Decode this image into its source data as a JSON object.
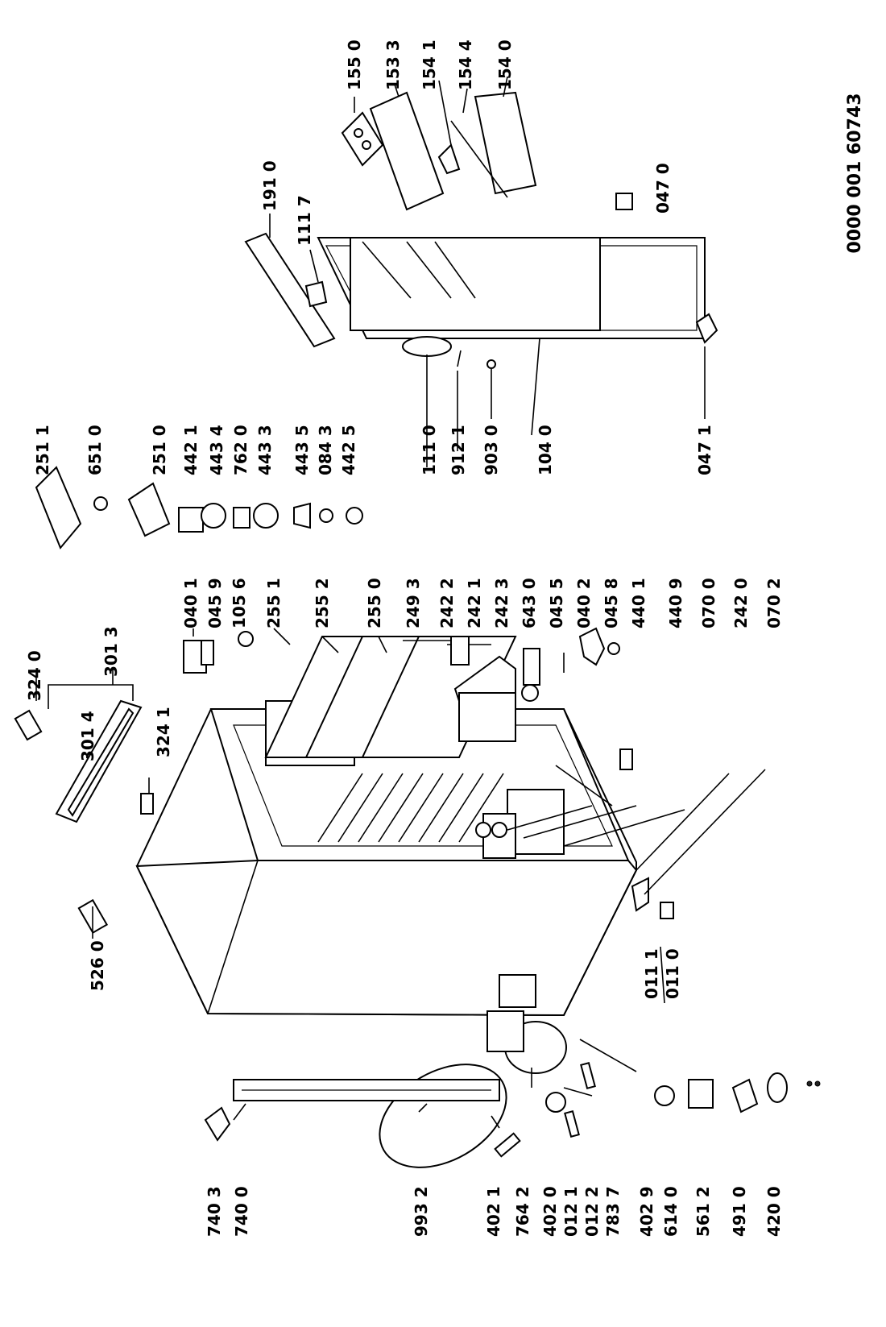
{
  "document_number": "0000 001 60743",
  "callouts": {
    "c3240": "324 0",
    "c3013": "301 3",
    "c3014": "301 4",
    "c5260": "526 0",
    "c3241": "324 1",
    "c0401": "040 1",
    "c0459": "045 9",
    "c1056": "105 6",
    "c2551": "255 1",
    "c2552": "255 2",
    "c2550": "255 0",
    "c2493": "249 3",
    "c2422": "242 2",
    "c2421": "242 1",
    "c2423": "242 3",
    "c6430": "643 0",
    "c0455": "045 5",
    "c0402": "040 2",
    "c0458": "045 8",
    "c4401": "440 1",
    "c4409": "440 9",
    "c0700": "070 0",
    "c2420": "242 0",
    "c0702": "070 2",
    "c0111": "011 1",
    "c0110": "011 0",
    "c7403": "740 3",
    "c7400": "740 0",
    "c9932": "993 2",
    "c4021": "402 1",
    "c7642": "764 2",
    "c4020": "402 0",
    "c0121": "012 1",
    "c0122": "012 2",
    "c7837": "783 7",
    "c4029": "402 9",
    "c6140": "614 0",
    "c5612": "561 2",
    "c4910": "491 0",
    "c4200": "420 0",
    "c2511": "251 1",
    "c6510": "651 0",
    "c2510": "251 0",
    "c4421": "442 1",
    "c4434": "443 4",
    "c7620": "762 0",
    "c4433": "443 3",
    "c4435": "443 5",
    "c0843": "084 3",
    "c4425": "442 5",
    "c1110": "111 0",
    "c9121": "912 1",
    "c9030": "903 0",
    "c1040": "104 0",
    "c0471": "047 1",
    "c0470": "047 0",
    "c1910": "191 0",
    "c1117": "111 7",
    "c1550": "155 0",
    "c1533": "153 3",
    "c1541": "154 1",
    "c1544": "154 4",
    "c1540": "154 0"
  }
}
